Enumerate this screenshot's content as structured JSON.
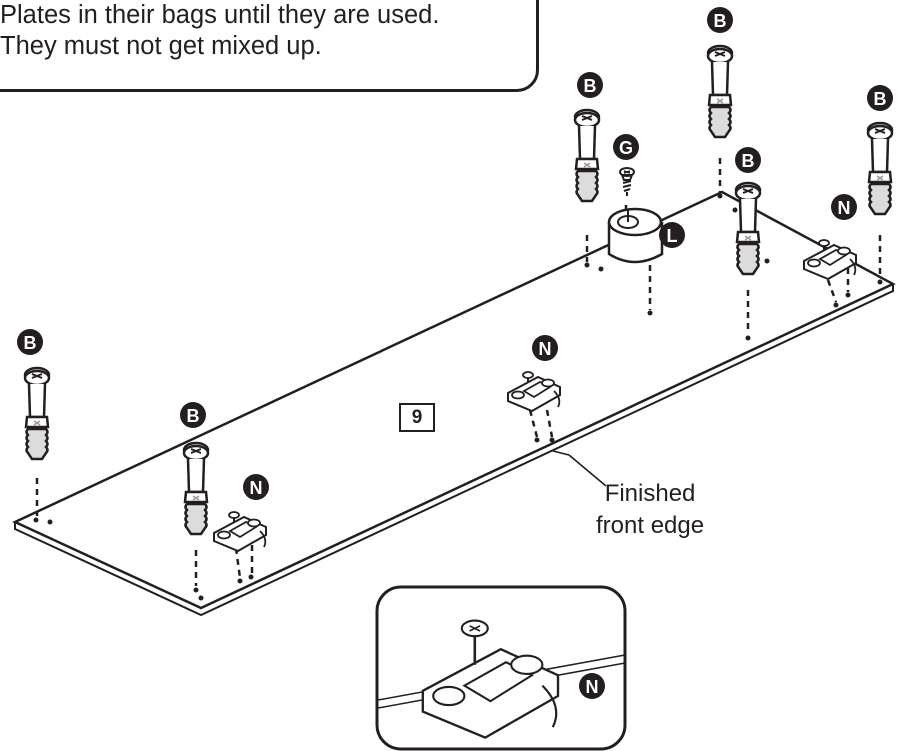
{
  "note": {
    "lines": [
      "Plates in their bags until they are used.",
      "They must not get mixed up."
    ]
  },
  "panel_label": "9",
  "edge_callout": {
    "line1": "Finished",
    "line2": "front edge"
  },
  "part_letters": {
    "dowel": "B",
    "screw": "G",
    "foot": "L",
    "hinge_plate": "N"
  },
  "colors": {
    "ink": "#231f20",
    "dowel_fill": "#d9d9d9",
    "panel_fill": "#ffffff"
  }
}
